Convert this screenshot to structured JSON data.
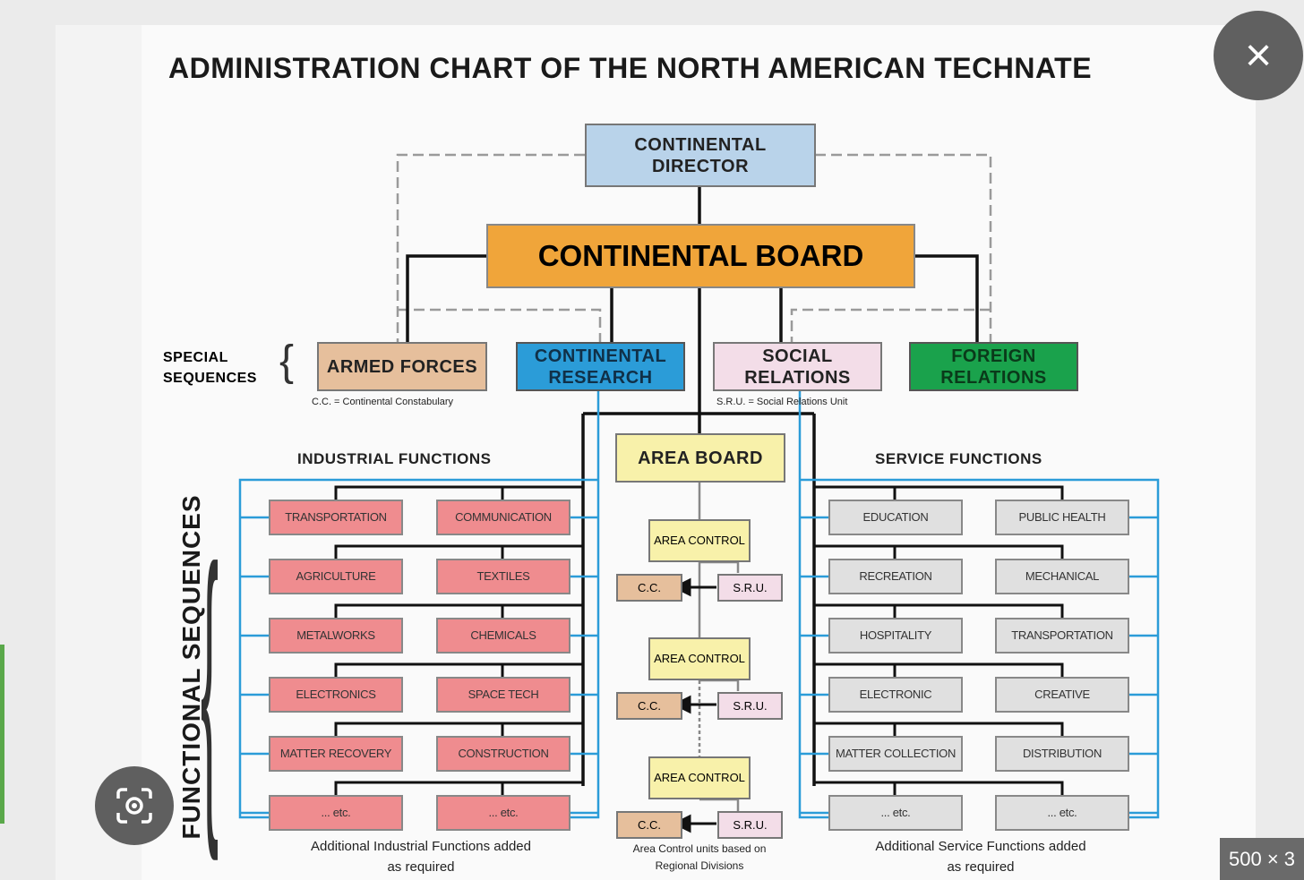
{
  "title": "ADMINISTRATION CHART OF THE NORTH AMERICAN TECHNATE",
  "top": {
    "director": "CONTINENTAL DIRECTOR",
    "board": "CONTINENTAL BOARD"
  },
  "special": {
    "label": "SPECIAL SEQUENCES",
    "armed_forces": "ARMED FORCES",
    "research": "CONTINENTAL RESEARCH",
    "social_relations": "SOCIAL RELATIONS",
    "foreign_relations": "FOREIGN RELATIONS",
    "cc_note": "C.C. = Continental Constabulary",
    "sru_note": "S.R.U. = Social Relations Unit"
  },
  "functional_label": "FUNCTIONAL SEQUENCES",
  "industrial": {
    "header": "INDUSTRIAL FUNCTIONS",
    "items": [
      "TRANSPORTATION",
      "COMMUNICATION",
      "AGRICULTURE",
      "TEXTILES",
      "METALWORKS",
      "CHEMICALS",
      "ELECTRONICS",
      "SPACE TECH",
      "MATTER RECOVERY",
      "CONSTRUCTION",
      "... etc.",
      "... etc."
    ],
    "caption": "Additional Industrial Functions added as required"
  },
  "service": {
    "header": "SERVICE FUNCTIONS",
    "items": [
      "EDUCATION",
      "PUBLIC HEALTH",
      "RECREATION",
      "MECHANICAL",
      "HOSPITALITY",
      "TRANSPORTATION",
      "ELECTRONIC",
      "CREATIVE",
      "MATTER COLLECTION",
      "DISTRIBUTION",
      "... etc.",
      "... etc."
    ],
    "caption": "Additional Service Functions added as required"
  },
  "area": {
    "board": "AREA BOARD",
    "control": "AREA CONTROL",
    "cc": "C.C.",
    "sru": "S.R.U.",
    "caption": "Area Control units based on Regional Divisions"
  },
  "ui": {
    "close_icon": "×",
    "size_badge": "500 × 3"
  },
  "colors": {
    "director": "#b9d3ea",
    "board": "#f0a53a",
    "armed_forces": "#e6bf9c",
    "research": "#2b9cd8",
    "social": "#f3dde8",
    "foreign": "#1aa24c",
    "area": "#f8f1aa",
    "industrial": "#ef8c8f",
    "service": "#e0e0e0",
    "research_link": "#2b9cd8"
  }
}
